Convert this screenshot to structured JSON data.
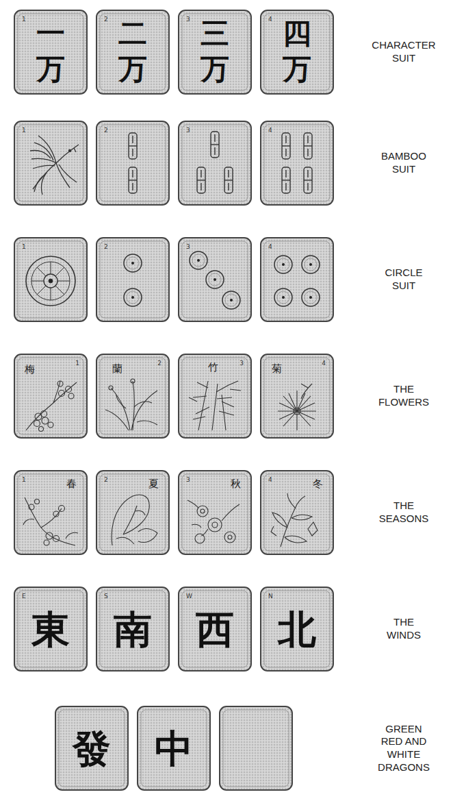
{
  "diagram": {
    "nodes": [
      {
        "text": [
          "1",
          "一",
          "万"
        ]
      },
      {
        "text": [
          "2",
          "二",
          "万"
        ]
      },
      {
        "text": [
          "3",
          "三",
          "万"
        ]
      },
      {
        "text": [
          "4",
          "四",
          "万"
        ]
      },
      {
        "text": [
          "1"
        ]
      },
      {
        "text": [
          "2"
        ]
      },
      {
        "text": [
          "3"
        ]
      },
      {
        "text": [
          "4"
        ]
      },
      {
        "text": [
          "1"
        ]
      },
      {
        "text": [
          "2"
        ]
      },
      {
        "text": [
          "3"
        ]
      },
      {
        "text": [
          "4"
        ]
      },
      {
        "text": [
          "1",
          "梅"
        ]
      },
      {
        "text": [
          "2",
          "蘭"
        ]
      },
      {
        "text": [
          "3",
          "竹"
        ]
      },
      {
        "text": [
          "4",
          "菊"
        ]
      },
      {
        "text": [
          "1",
          "春"
        ]
      },
      {
        "text": [
          "2",
          "夏"
        ]
      },
      {
        "text": [
          "3",
          "秋"
        ]
      },
      {
        "text": [
          "4",
          "冬"
        ]
      },
      {
        "text": [
          "E",
          "東"
        ]
      },
      {
        "text": [
          "S",
          "南"
        ]
      },
      {
        "text": [
          "W",
          "西"
        ]
      },
      {
        "text": [
          "N",
          "北"
        ]
      },
      {
        "text": [
          "發"
        ]
      },
      {
        "text": [
          "中"
        ]
      }
    ],
    "labels": [
      "CHARACTER SUIT",
      "BAMBOO SUIT",
      "CIRCLE SUIT",
      "THE FLOWERS",
      "THE SEASONS",
      "THE WINDS",
      "GREEN RED AND WHITE DRAGONS"
    ]
  }
}
